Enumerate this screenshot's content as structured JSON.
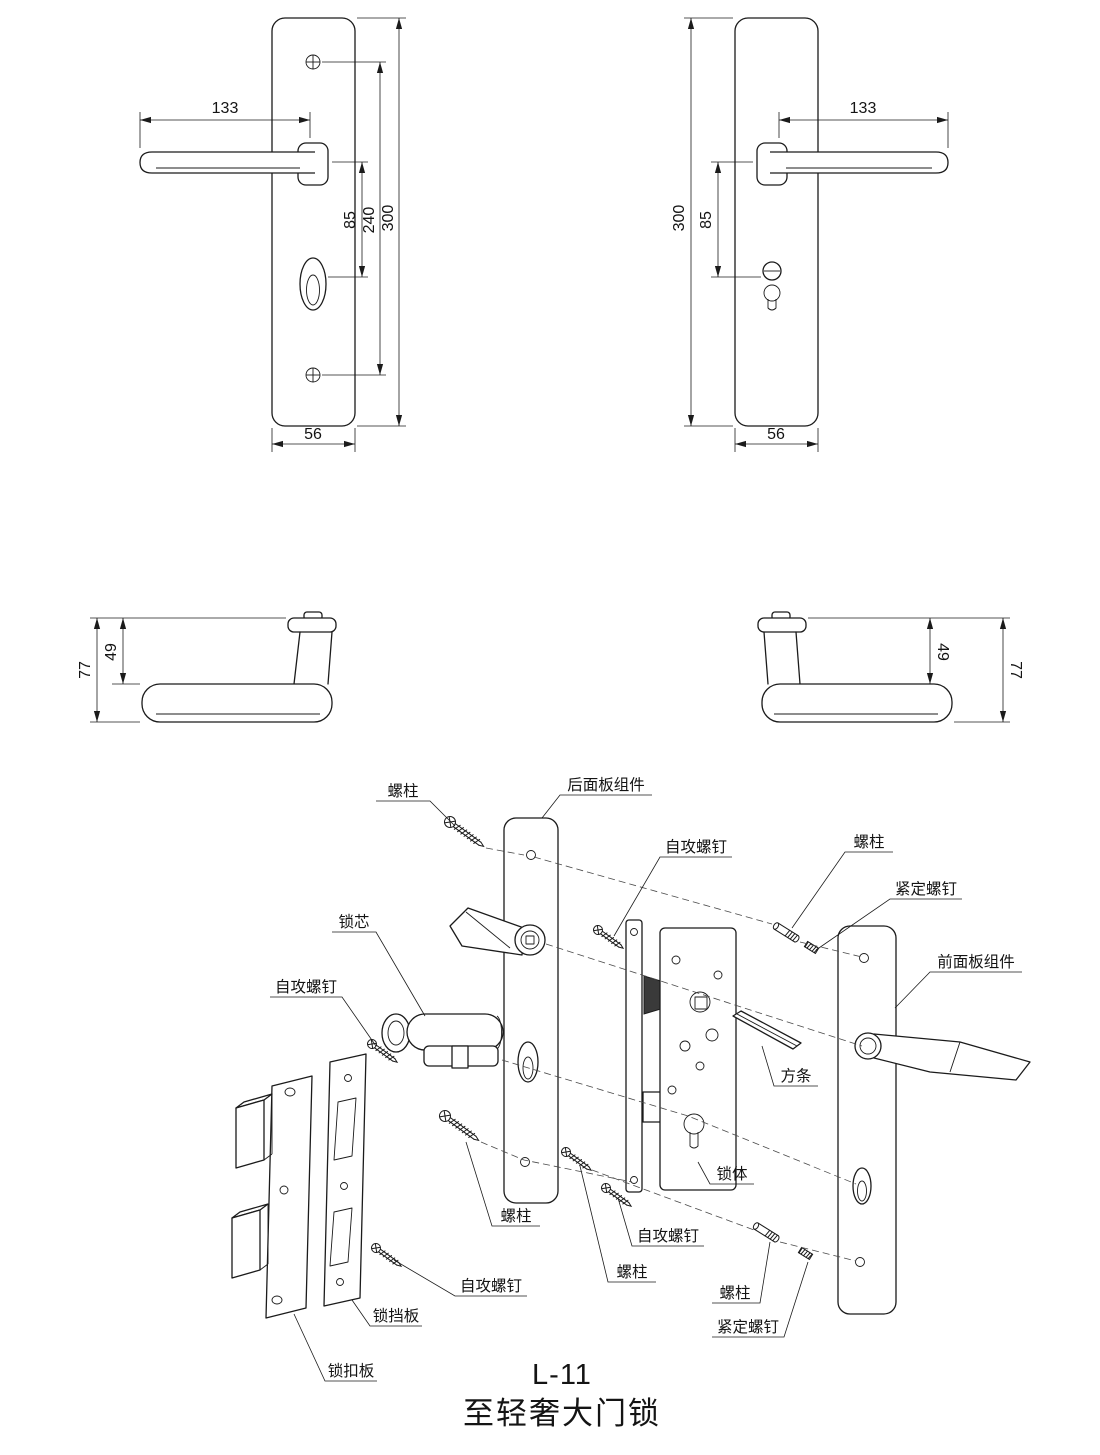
{
  "drawing": {
    "model": "L-11",
    "product_name": "至轻奢大门锁",
    "ink_color": "#1b1b1b",
    "background_color": "#ffffff"
  },
  "views": {
    "back_plate": {
      "dim_width_handle": "133",
      "dim_handle_to_key": "85",
      "dim_screw_spacing": "240",
      "dim_plate_height": "300",
      "dim_plate_width": "56"
    },
    "front_plate": {
      "dim_width_handle": "133",
      "dim_handle_to_key": "85",
      "dim_plate_height": "300",
      "dim_plate_width": "56"
    },
    "side_left": {
      "dim_total_height": "77",
      "dim_rosette_to_lever": "49"
    },
    "side_right": {
      "dim_total_height": "77",
      "dim_rosette_to_lever": "49"
    }
  },
  "exploded_labels": {
    "stud_top": "螺柱",
    "back_panel_assembly": "后面板组件",
    "tapping_screw_top": "自攻螺钉",
    "stud_right_top": "螺柱",
    "set_screw_top": "紧定螺钉",
    "lock_cylinder": "锁芯",
    "front_panel_assembly": "前面板组件",
    "tapping_screw_left": "自攻螺钉",
    "square_spindle": "方条",
    "lock_body": "锁体",
    "stud_left_bottom": "螺柱",
    "tapping_screw_mid_bottom": "自攻螺钉",
    "stud_mid_bottom": "螺柱",
    "tapping_screw_bottom_left": "自攻螺钉",
    "stud_right_bottom": "螺柱",
    "baffle_plate": "锁挡板",
    "set_screw_bottom": "紧定螺钉",
    "strike_plate": "锁扣板"
  }
}
